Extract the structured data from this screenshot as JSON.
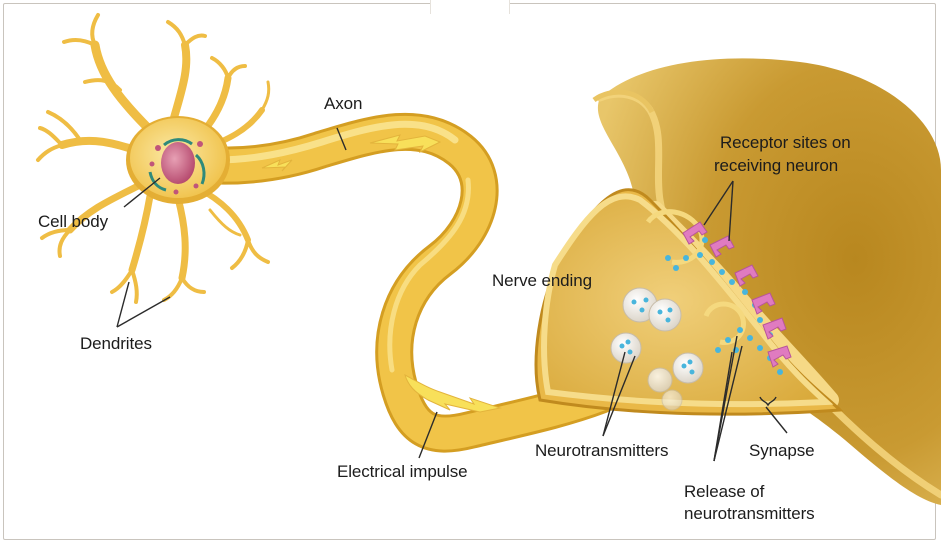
{
  "labels": {
    "axon": "Axon",
    "cell_body": "Cell body",
    "dendrites": "Dendrites",
    "receptor_sites_line1": "Receptor sites on",
    "receptor_sites_line2": "receiving neuron",
    "nerve_ending": "Nerve ending",
    "neurotransmitters": "Neurotransmitters",
    "synapse": "Synapse",
    "electrical_impulse": "Electrical impulse",
    "release_line1": "Release of",
    "release_line2": "neurotransmitters"
  },
  "colors": {
    "axon_fill": "#f1c448",
    "axon_highlight": "#fbe89a",
    "axon_outline": "#d09a1e",
    "receiving_neuron": "#c89a2c",
    "synaptic_ending": "#e7b84a",
    "vesicle": "#e6e0d6",
    "neurotransmitter": "#48b5dc",
    "receptor": "#e07bc0",
    "nucleus": "#c0557a",
    "impulse_arrow": "#f8e05a",
    "leader_line": "#2b2b2b"
  }
}
